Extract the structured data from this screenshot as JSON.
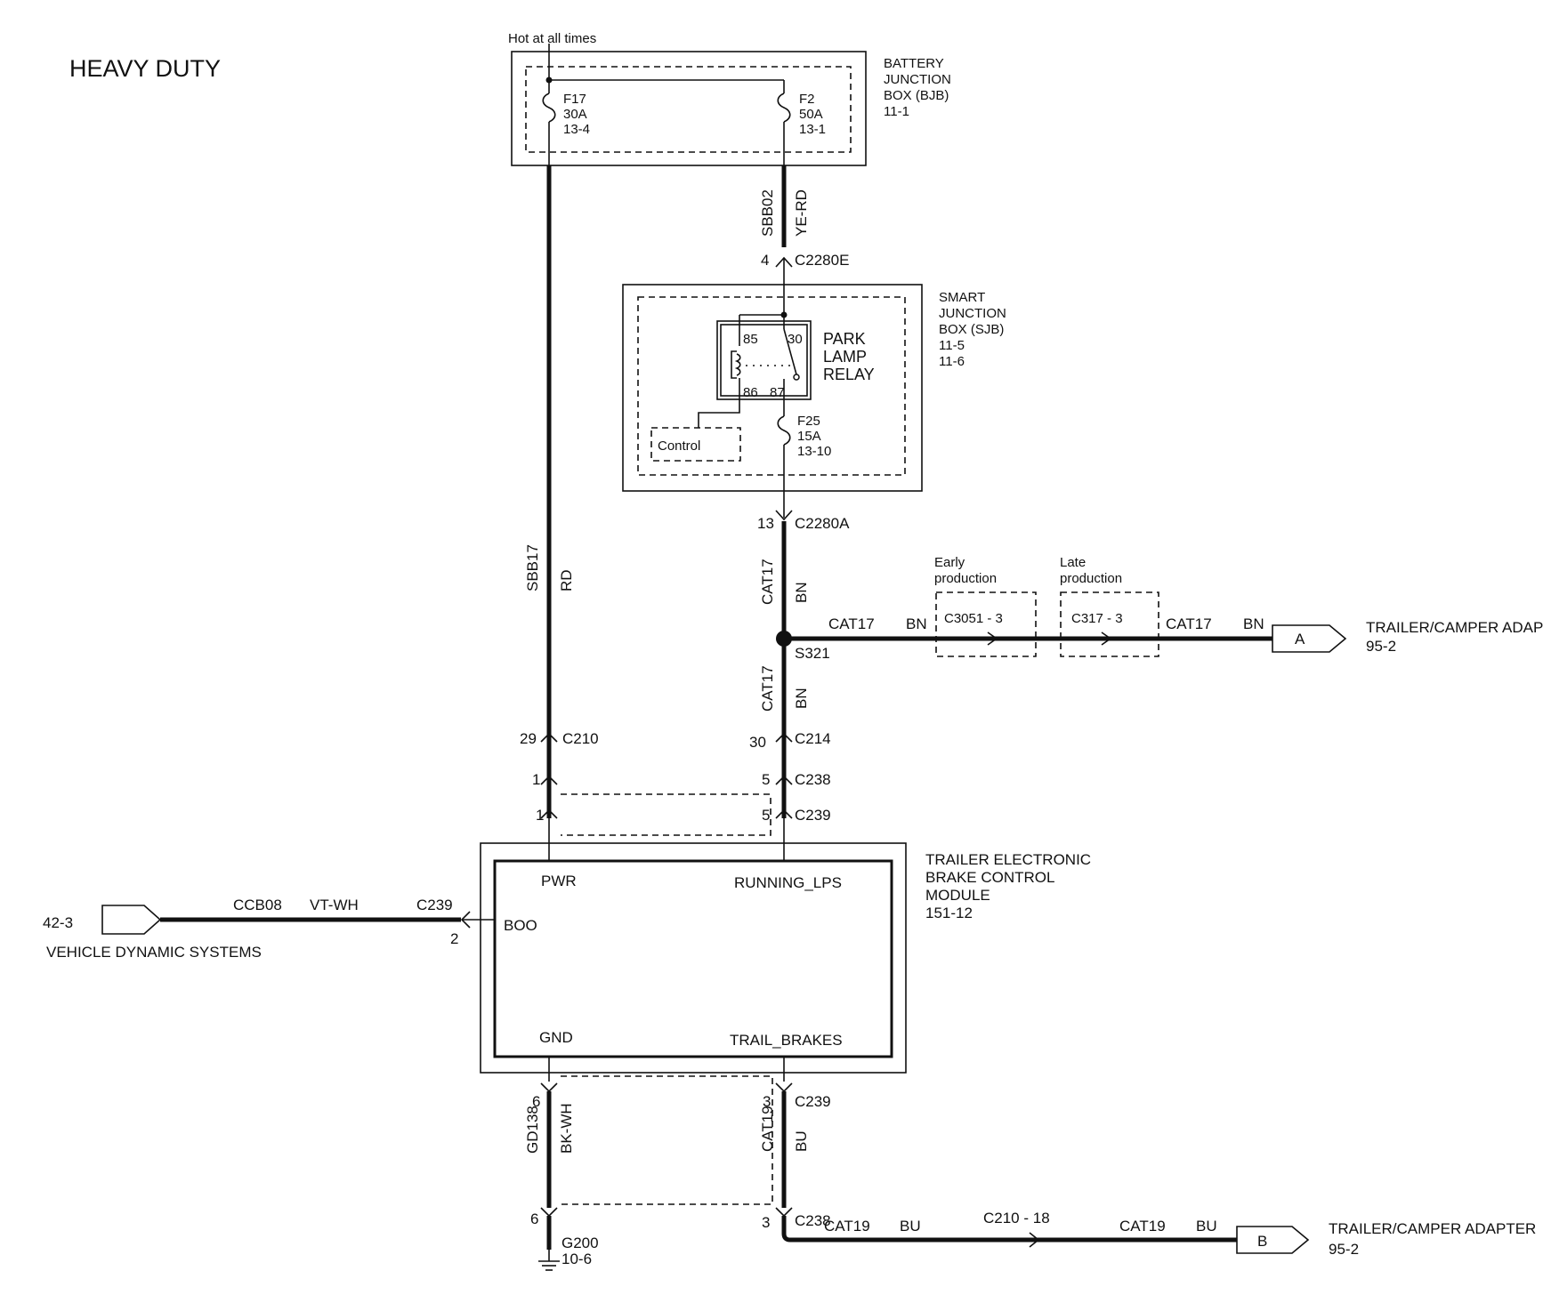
{
  "title": "HEAVY DUTY",
  "bjb": {
    "hot_label": "Hot at all times",
    "label_lines": [
      "BATTERY",
      "JUNCTION",
      "BOX (BJB)",
      "11-1"
    ],
    "fuse_f17": [
      "F17",
      "30A",
      "13-4"
    ],
    "fuse_f2": [
      "F2",
      "50A",
      "13-1"
    ]
  },
  "wires": {
    "sbb02_circuit": "SBB02",
    "sbb02_color": "YE-RD",
    "sbb17_circuit": "SBB17",
    "sbb17_color": "RD",
    "cat17_upper_circuit": "CAT17",
    "cat17_upper_color": "BN",
    "cat17_lower_circuit": "CAT17",
    "cat17_lower_color": "BN",
    "cat17_h1_circuit": "CAT17",
    "cat17_h1_color": "BN",
    "cat17_h2_circuit": "CAT17",
    "cat17_h2_color": "BN",
    "ccb08_circuit": "CCB08",
    "ccb08_color": "VT-WH",
    "gd138_circuit": "GD138",
    "gd138_color": "BK-WH",
    "cat19_circuit": "CAT19",
    "cat19_color": "BU",
    "cat19_h1_circuit": "CAT19",
    "cat19_h1_color": "BU",
    "cat19_h2_circuit": "CAT19",
    "cat19_h2_color": "BU"
  },
  "connectors": {
    "c2280e_pin": "4",
    "c2280e": "C2280E",
    "c2280a_pin": "13",
    "c2280a": "C2280A",
    "s321": "S321",
    "c210_pin": "29",
    "c210": "C210",
    "c214_pin": "30",
    "c214": "C214",
    "c238_left_pin": "1",
    "c238_right_pin": "5",
    "c238": "C238",
    "c239_left_pin": "1",
    "c239_right_pin": "5",
    "c239": "C239",
    "boo_c239": "C239",
    "boo_pin": "2",
    "gnd_c239_left_pin": "6",
    "gnd_c239_right_pin": "3",
    "gnd_c239": "C239",
    "gnd_c238_left_pin": "6",
    "gnd_c238_right_pin": "3",
    "gnd_c238": "C238",
    "c3051": "C3051  - 3",
    "c317": "C317  - 3",
    "c210_inline": "C210  - 18"
  },
  "sjb": {
    "label_lines": [
      "SMART",
      "JUNCTION",
      "BOX (SJB)",
      "11-5",
      "11-6"
    ],
    "relay_label": [
      "PARK",
      "LAMP",
      "RELAY"
    ],
    "relay_pins": [
      "85",
      "30",
      "86",
      "87"
    ],
    "fuse_f25": [
      "F25",
      "15A",
      "13-10"
    ],
    "control": "Control"
  },
  "production": {
    "early": [
      "Early",
      "production"
    ],
    "late": [
      "Late",
      "production"
    ]
  },
  "trailer_adapter_a": {
    "letter": "A",
    "label": "TRAILER/CAMPER ADAPTER",
    "ref": "95-2"
  },
  "trailer_adapter_b": {
    "letter": "B",
    "label": "TRAILER/CAMPER ADAPTER",
    "ref": "95-2"
  },
  "module": {
    "label_lines": [
      "TRAILER ELECTRONIC",
      "BRAKE CONTROL",
      "MODULE",
      "151-12"
    ],
    "pins": {
      "pwr": "PWR",
      "running": "RUNNING_LPS",
      "boo": "BOO",
      "gnd": "GND",
      "trail": "TRAIL_BRAKES"
    }
  },
  "vds": {
    "ref": "42-3",
    "label": "VEHICLE DYNAMIC SYSTEMS"
  },
  "ground": {
    "name": "G200",
    "ref": "10-6"
  }
}
